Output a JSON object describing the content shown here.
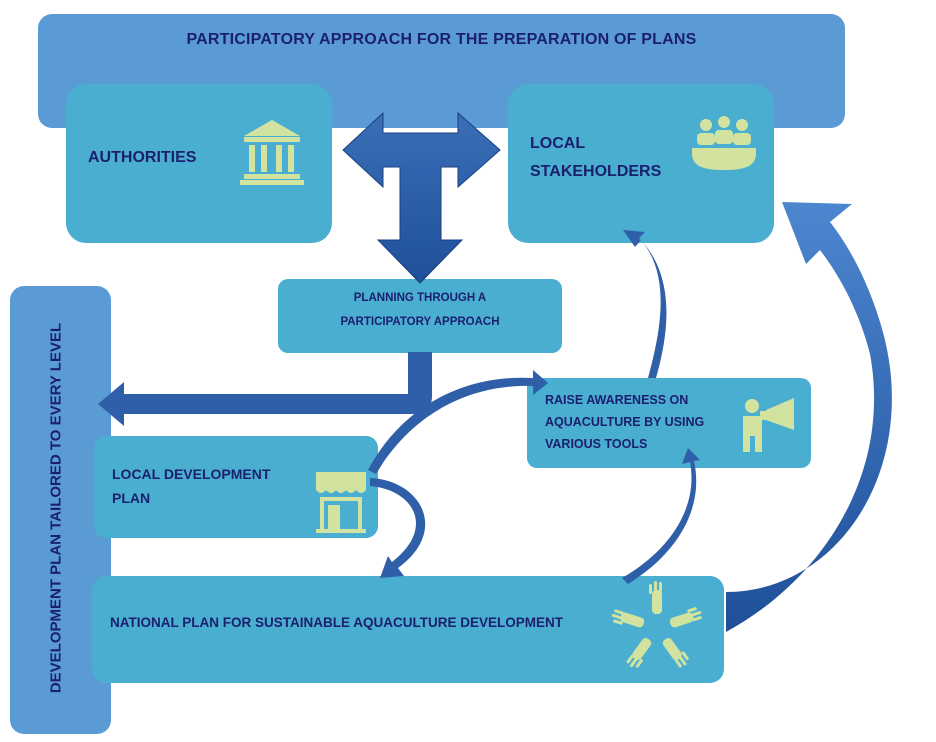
{
  "header": {
    "title": "PARTICIPATORY APPROACH FOR THE PREPARATION OF PLANS"
  },
  "side_bar": {
    "label": "DEVELOPMENT PLAN TAILORED TO EVERY LEVEL"
  },
  "nodes": {
    "authorities": {
      "label": "AUTHORITIES",
      "icon": "government-building-icon"
    },
    "local_stakeholders": {
      "line1": "LOCAL",
      "line2": "STAKEHOLDERS",
      "icon": "group-meeting-icon"
    },
    "planning": {
      "line1": "PLANNING THROUGH A",
      "line2": "PARTICIPATORY APPROACH"
    },
    "raise_awareness": {
      "line1": "RAISE AWARENESS ON",
      "line2": "AQUACULTURE BY USING",
      "line3": "VARIOUS TOOLS",
      "icon": "megaphone-person-icon"
    },
    "local_plan": {
      "line1": "LOCAL DEVELOPMENT",
      "line2": "PLAN",
      "icon": "storefront-icon"
    },
    "national_plan": {
      "label": "NATIONAL PLAN FOR SUSTAINABLE AQUACULTURE DEVELOPMENT",
      "icon": "joined-hands-icon"
    }
  },
  "colors": {
    "header_fill": "#5b9bd5",
    "box_fill": "#4aaed0",
    "arrow_fill": "#2f5fa8",
    "icon_fill": "#d2e3a0",
    "text": "#1b1f6e"
  }
}
